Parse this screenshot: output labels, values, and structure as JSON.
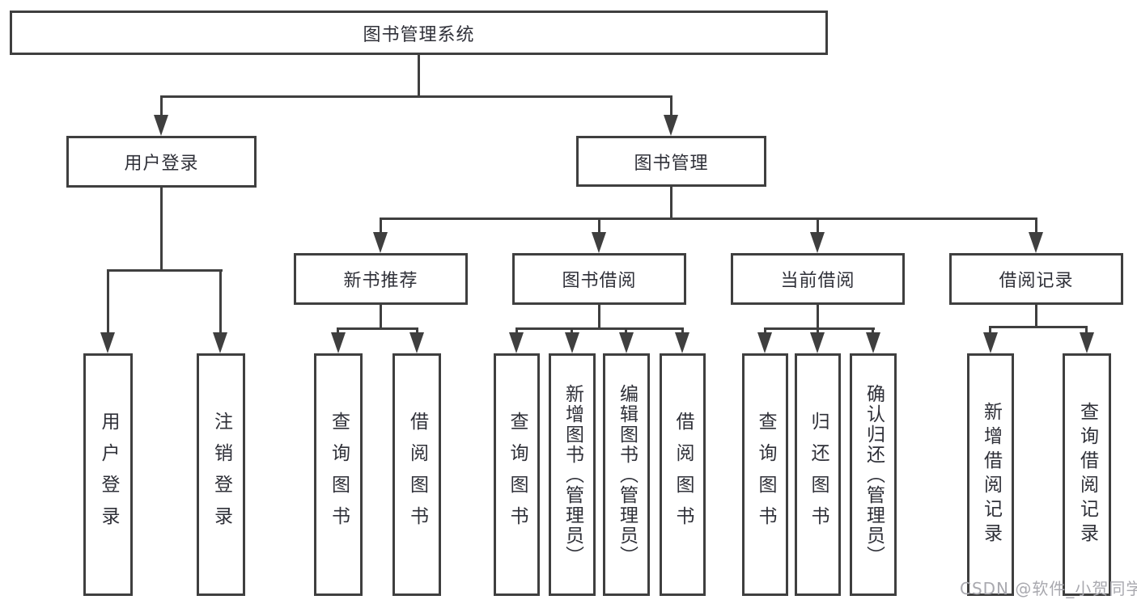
{
  "diagram": {
    "root": {
      "label": "图书管理系统"
    },
    "branches": [
      {
        "label": "用户登录",
        "children": [
          {
            "label": "用户登录"
          },
          {
            "label": "注销登录"
          }
        ]
      },
      {
        "label": "图书管理",
        "children": [
          {
            "label": "新书推荐",
            "children": [
              {
                "label": "查询图书"
              },
              {
                "label": "借阅图书"
              }
            ]
          },
          {
            "label": "图书借阅",
            "children": [
              {
                "label": "查询图书"
              },
              {
                "label": "新增图书（管理员）"
              },
              {
                "label": "编辑图书（管理员）"
              },
              {
                "label": "借阅图书"
              }
            ]
          },
          {
            "label": "当前借阅",
            "children": [
              {
                "label": "查询图书"
              },
              {
                "label": "归还图书"
              },
              {
                "label": "确认归还（管理员）"
              }
            ]
          },
          {
            "label": "借阅记录",
            "children": [
              {
                "label": "新增借阅记录"
              },
              {
                "label": "查询借阅记录"
              }
            ]
          }
        ]
      }
    ]
  },
  "watermark": {
    "text": "CSDN @软件_小贺同学"
  },
  "colors": {
    "line": "#3f3f3f",
    "text": "#2f3038",
    "watermark": "#a9a9af",
    "background": "#ffffff"
  }
}
